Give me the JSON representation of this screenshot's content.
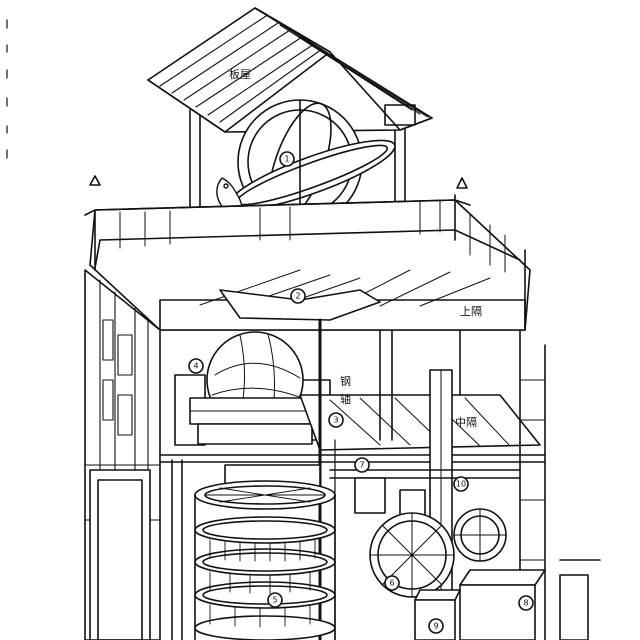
{
  "labels": {
    "roof": "板屋",
    "upper_floor": "上隔",
    "middle_floor": "中隔",
    "shaft_a": "钢",
    "shaft_b": "轴"
  },
  "markers": [
    "1",
    "2",
    "3",
    "4",
    "5",
    "6",
    "7",
    "8",
    "9",
    "10"
  ],
  "colors": {
    "ink": "#111111",
    "paper": "#ffffff"
  }
}
